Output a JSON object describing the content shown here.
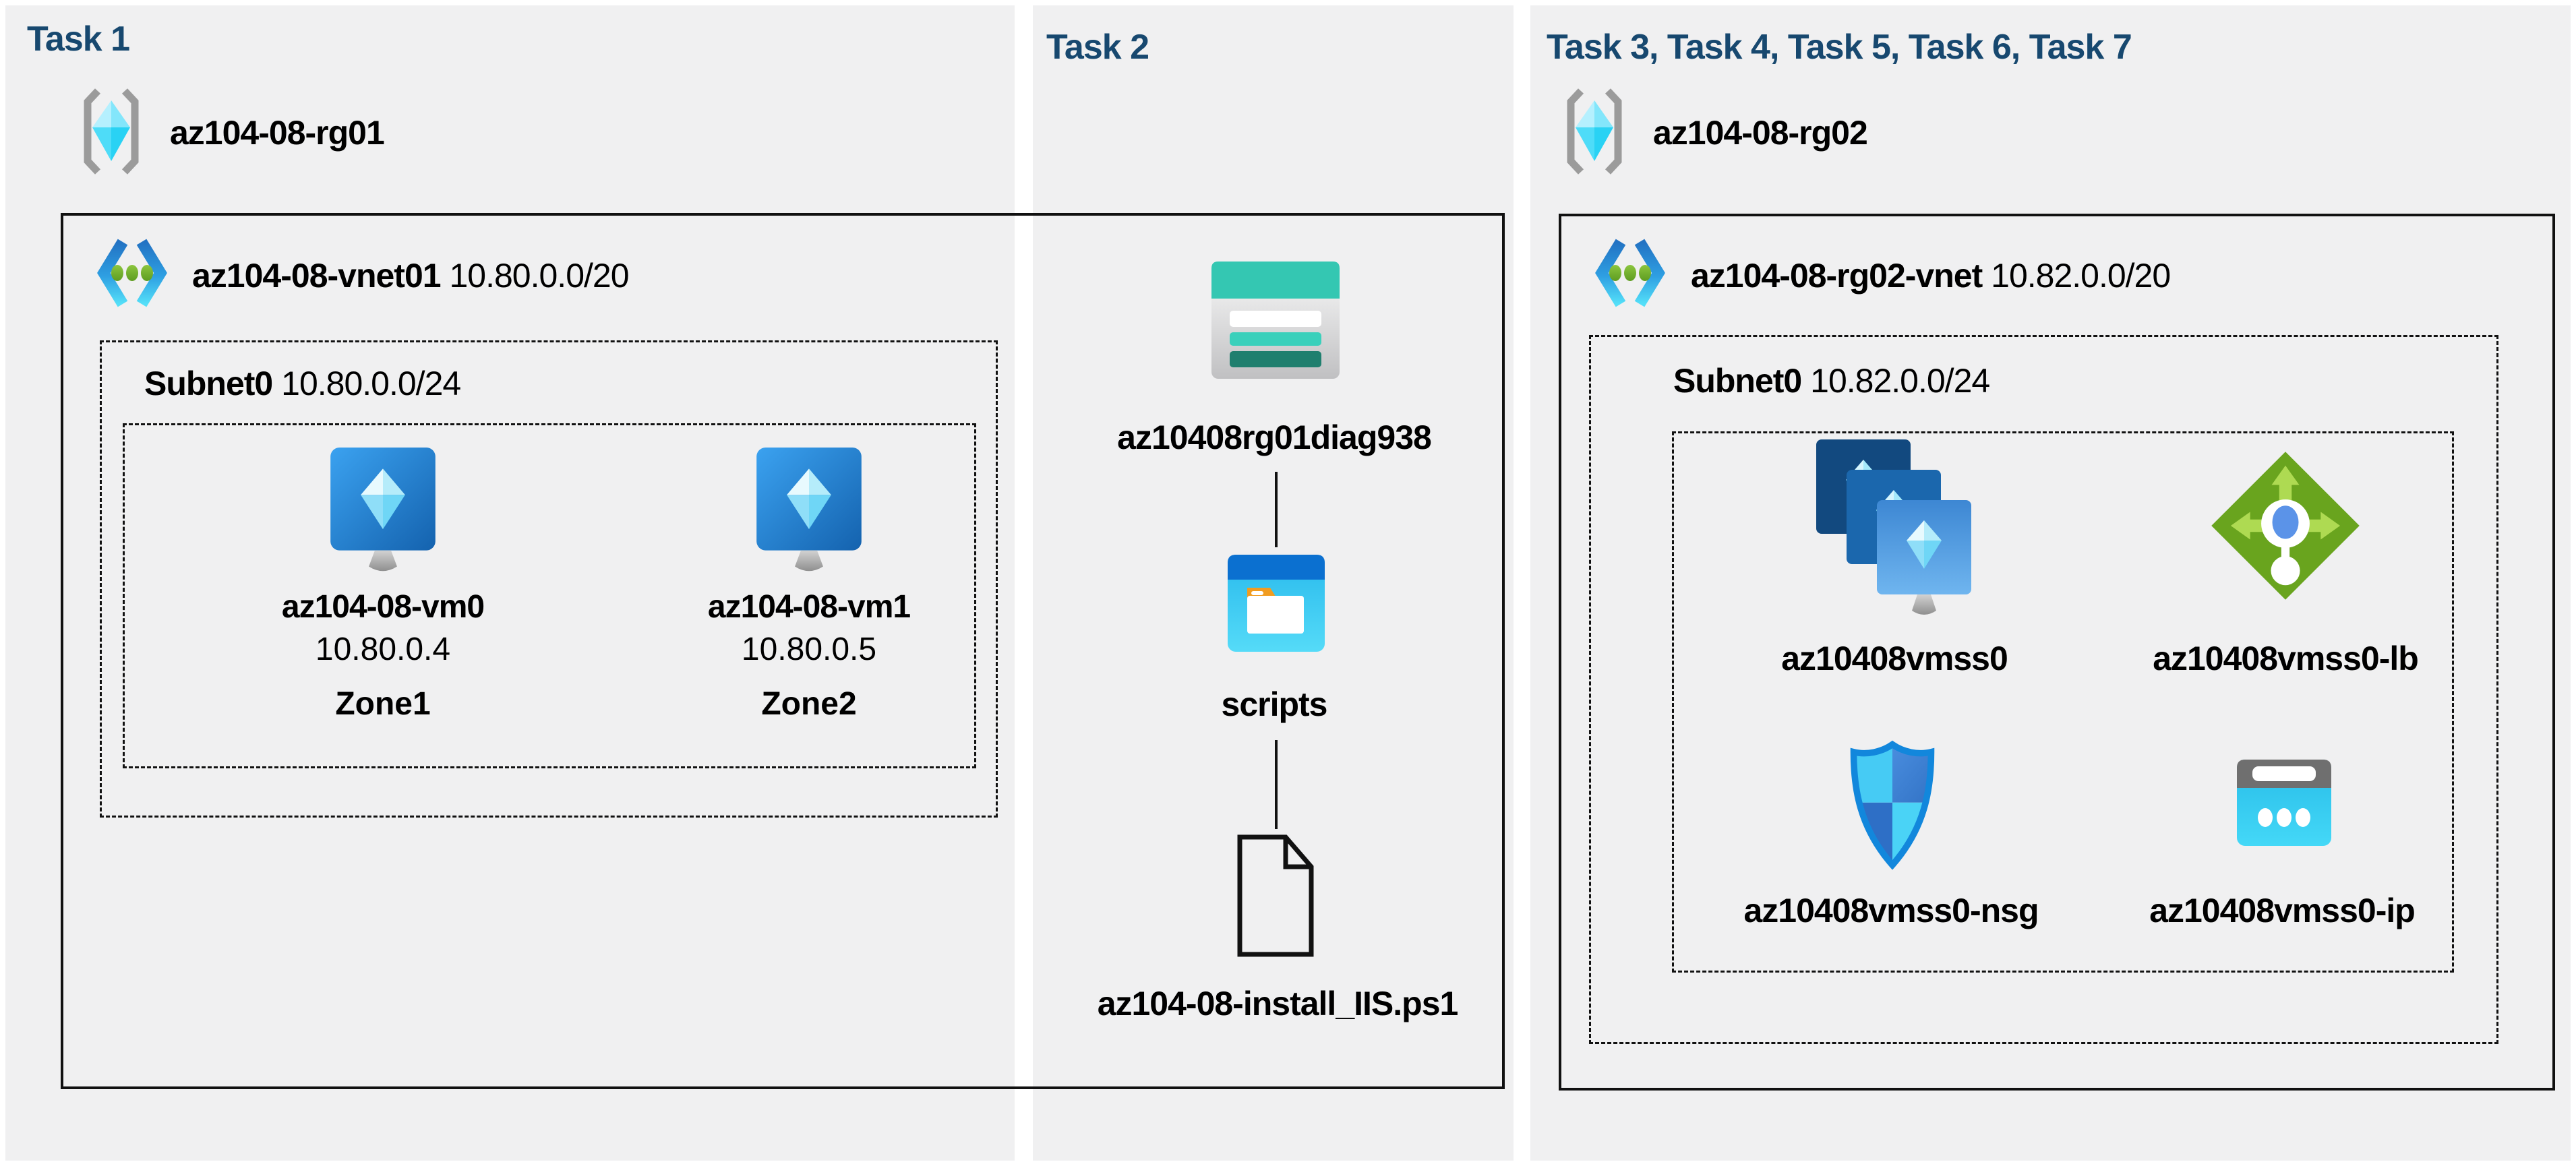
{
  "colors": {
    "title_navy": "#17486f",
    "panel_gray": "#f0f0f1",
    "outline_black": "#111111",
    "vnet_blue": "#2e7dd6",
    "vnet_cyan": "#54dff8",
    "dot_green": "#6faa2c",
    "lb_green": "#69a41e",
    "nsg_blue": "#1287dc",
    "storage_teal": "#34c7b2",
    "scripts_blue": "#0b70d0",
    "ip_cyan": "#2fc7ee"
  },
  "icons": {
    "resource_group": "resource-group-icon",
    "virtual_network": "virtual-network-icon",
    "virtual_machine": "virtual-machine-icon",
    "storage_account": "storage-account-icon",
    "folder_window": "folder-window-icon",
    "file_document": "file-document-icon",
    "vm_scale_set": "vm-scale-set-icon",
    "load_balancer": "load-balancer-icon",
    "network_security_group": "nsg-shield-icon",
    "public_ip": "public-ip-icon"
  },
  "task1": {
    "title": "Task 1",
    "resource_group": "az104-08-rg01",
    "vnet": {
      "name": "az104-08-vnet01",
      "cidr": "10.80.0.0/20"
    },
    "subnet": {
      "name": "Subnet0",
      "cidr": "10.80.0.0/24"
    },
    "vms": [
      {
        "name": "az104-08-vm0",
        "ip": "10.80.0.4",
        "zone": "Zone1"
      },
      {
        "name": "az104-08-vm1",
        "ip": "10.80.0.5",
        "zone": "Zone2"
      }
    ]
  },
  "task2": {
    "title": "Task 2",
    "storage_account": "az10408rg01diag938",
    "folder": "scripts",
    "file": "az104-08-install_IIS.ps1"
  },
  "task3": {
    "title": "Task 3, Task 4, Task 5, Task 6, Task 7",
    "resource_group": "az104-08-rg02",
    "vnet": {
      "name": "az104-08-rg02-vnet",
      "cidr": "10.82.0.0/20"
    },
    "subnet": {
      "name": "Subnet0",
      "cidr": "10.82.0.0/24"
    },
    "resources": [
      {
        "name": "az10408vmss0"
      },
      {
        "name": "az10408vmss0-lb"
      },
      {
        "name": "az10408vmss0-nsg"
      },
      {
        "name": "az10408vmss0-ip"
      }
    ]
  }
}
